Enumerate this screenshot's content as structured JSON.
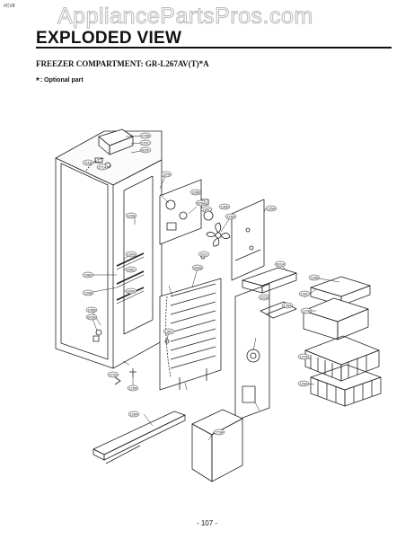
{
  "header": {
    "corner_mark": "#CV8",
    "watermark": "AppliancePartsPros.com",
    "title": "EXPLODED VIEW",
    "subtitle": "FREEZER COMPARTMENT: GR-L267AV(T)*A",
    "optional_star": "*",
    "optional_note": ": Optional part"
  },
  "part_labels": {
    "p270b": "270B",
    "p270c": "270C",
    "p602k": "602K",
    "p211b": "211B",
    "p271a": "271A",
    "p137a": "137A",
    "p136b": "136B",
    "p605a": "605A",
    "p136c": "136C",
    "p136d": "136D",
    "p278a": "278A",
    "p135a": "135A",
    "p120a": "120A",
    "p310j": "310J",
    "p332b": "332B",
    "p601a": "601A",
    "p139b": "139B",
    "p120c": "120C",
    "p127b": "127B",
    "p125a": "125A",
    "p151b": "151B",
    "p158d": "158D",
    "p158c": "158C",
    "p130b": "130B",
    "p130a": "130A",
    "p135b": "135B",
    "p602b": "602B",
    "p330a": "330A",
    "p130c": "130C",
    "p127a": "127A",
    "p126a": "126A",
    "p272a": "272A",
    "p125a2": "125A",
    "p139a": "139A",
    "p273a": "273A"
  },
  "footer": {
    "page_number": "- 107 -"
  }
}
